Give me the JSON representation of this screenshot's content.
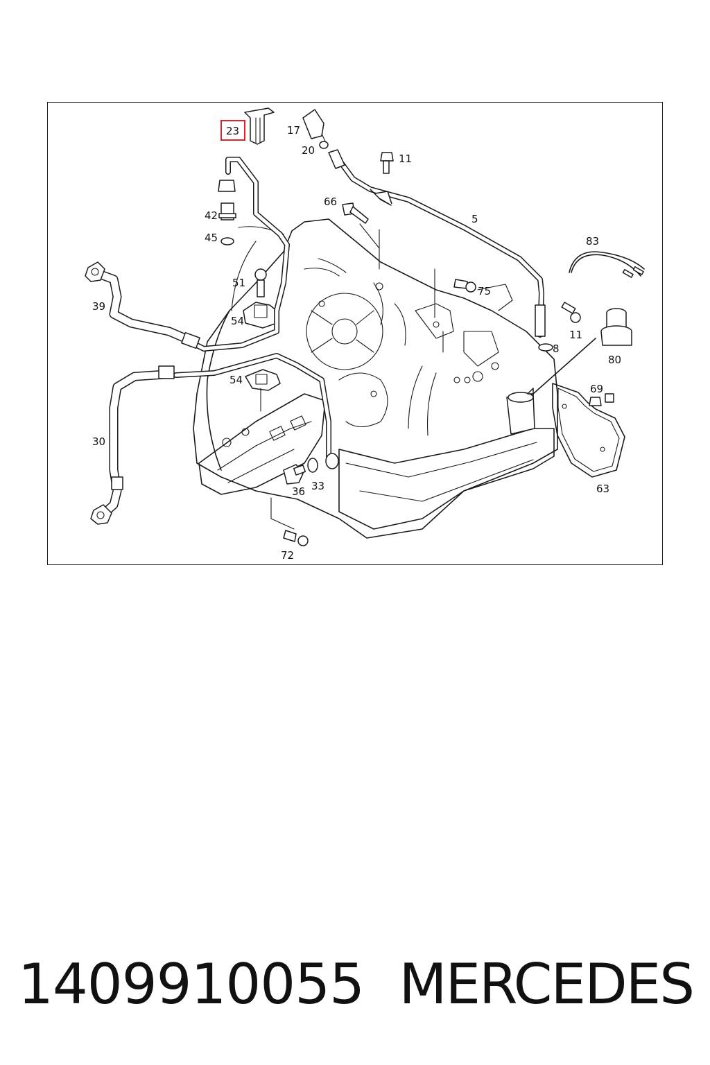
{
  "diagram": {
    "callouts": {
      "c23": "23",
      "c17": "17",
      "c20": "20",
      "c11a": "11",
      "c66": "66",
      "c5": "5",
      "c42": "42",
      "c45": "45",
      "c83": "83",
      "c51": "51",
      "c75": "75",
      "c39": "39",
      "c54a": "54",
      "c11b": "11",
      "c8": "8",
      "c80": "80",
      "c54b": "54",
      "c69": "69",
      "c30": "30",
      "c63": "63",
      "c36": "36",
      "c33": "33",
      "c72": "72"
    },
    "highlighted_part": "23",
    "highlight_color": "#d9232f"
  },
  "footer": {
    "part_number": "1409910055",
    "brand": "MERCEDES"
  }
}
